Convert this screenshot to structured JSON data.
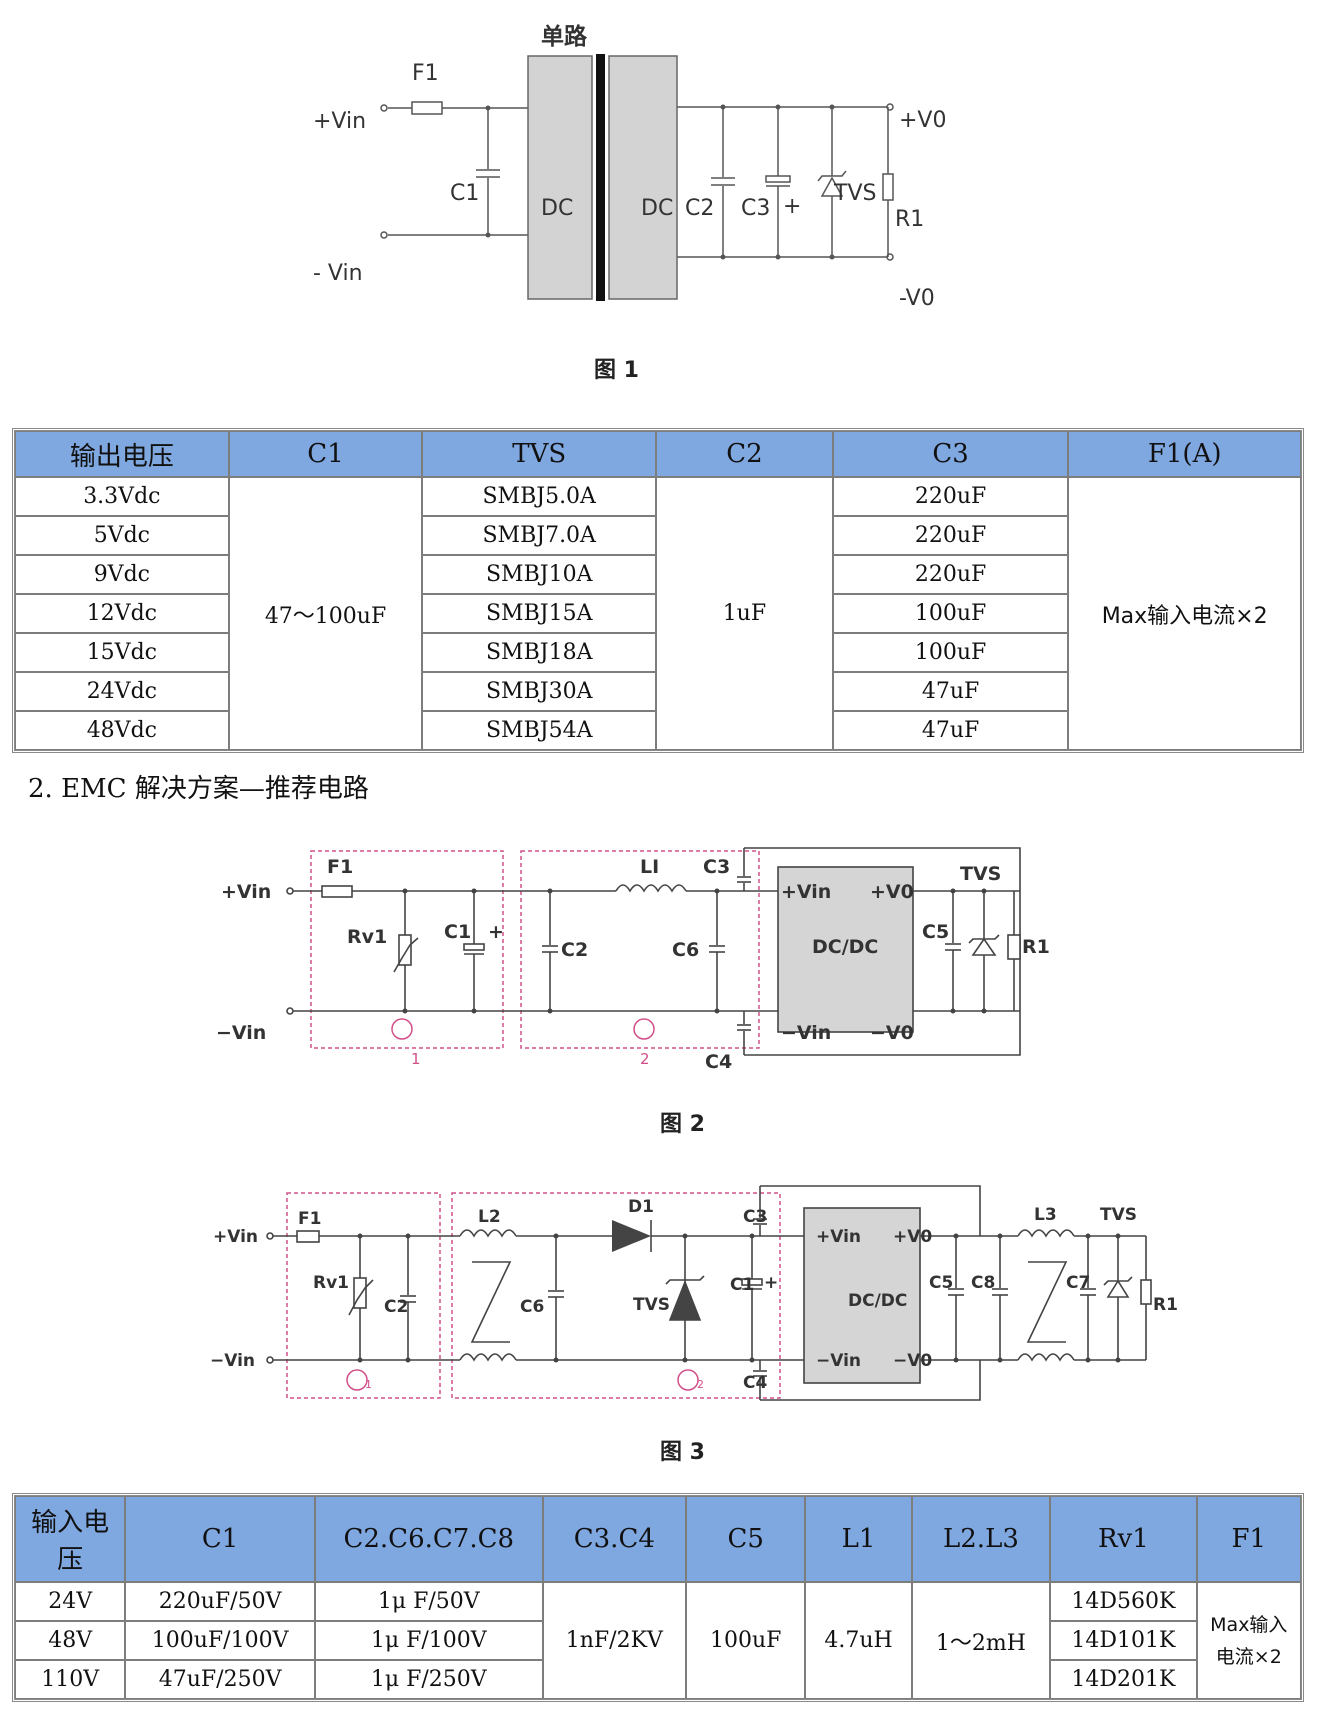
{
  "fig1": {
    "caption": "图 1",
    "labels": {
      "single": "单路",
      "f1": "F1",
      "vin_pos": "+Vin",
      "vin_neg": "- Vin",
      "c1": "C1",
      "dc_left": "DC",
      "dc_right": "DC",
      "c2": "C2",
      "c3": "C3",
      "plus": "+",
      "tvs": "TVS",
      "vo_pos": "+V0",
      "vo_neg": "-V0",
      "r1": "R1"
    }
  },
  "table1": {
    "headers": [
      "输出电压",
      "C1",
      "TVS",
      "C2",
      "C3",
      "F1(A)"
    ],
    "voltages": [
      "3.3Vdc",
      "5Vdc",
      "9Vdc",
      "12Vdc",
      "15Vdc",
      "24Vdc",
      "48Vdc"
    ],
    "tvs": [
      "SMBJ5.0A",
      "SMBJ7.0A",
      "SMBJ10A",
      "SMBJ15A",
      "SMBJ18A",
      "SMBJ30A",
      "SMBJ54A"
    ],
    "c3": [
      "220uF",
      "220uF",
      "220uF",
      "100uF",
      "100uF",
      "47uF",
      "47uF"
    ],
    "c1": "47～100uF",
    "c2": "1uF",
    "f1": "Max输入电流×2"
  },
  "section2": {
    "title": "2. EMC 解决方案—推荐电路"
  },
  "fig2": {
    "caption": "图 2",
    "labels": {
      "f1": "F1",
      "vin_pos": "+Vin",
      "vin_neg": "−Vin",
      "rv1": "Rv1",
      "c1": "C1",
      "plus": "+",
      "c2": "C2",
      "l1": "LI",
      "c3": "C3",
      "c6": "C6",
      "c4": "C4",
      "dc_vin_pos": "+Vin",
      "dc_vo_pos": "+V0",
      "dc_title": "DC/DC",
      "dc_vin_neg": "−Vin",
      "dc_vo_neg": "−V0",
      "tvs": "TVS",
      "c5": "C5",
      "r1": "R1",
      "zone1": "1",
      "zone2": "2"
    }
  },
  "fig3": {
    "caption": "图 3",
    "labels": {
      "f1": "F1",
      "vin_pos": "+Vin",
      "vin_neg": "−Vin",
      "rv1": "Rv1",
      "c2": "C2",
      "l2": "L2",
      "c6": "C6",
      "d1": "D1",
      "tvs_in": "TVS",
      "c3": "C3",
      "c1": "C1",
      "plus": "+",
      "c4": "C4",
      "dc_vin_pos": "+Vin",
      "dc_vo_pos": "+V0",
      "dc_title": "DC/DC",
      "dc_vin_neg": "−Vin",
      "dc_vo_neg": "−V0",
      "c5": "C5",
      "c8": "C8",
      "l3": "L3",
      "tvs": "TVS",
      "c7": "C7",
      "r1": "R1",
      "zone1": "1",
      "zone2": "2"
    }
  },
  "table2": {
    "headers": [
      "输入电压",
      "C1",
      "C2.C6.C7.C8",
      "C3.C4",
      "C5",
      "L1",
      "L2.L3",
      "Rv1",
      "F1"
    ],
    "voltages": [
      "24V",
      "48V",
      "110V"
    ],
    "c1": [
      "220uF/50V",
      "100uF/100V",
      "47uF/250V"
    ],
    "c2678": [
      "1μ F/50V",
      "1μ F/100V",
      "1μ F/250V"
    ],
    "c34": "1nF/2KV",
    "c5": "100uF",
    "l1": "4.7uH",
    "l23": "1～2mH",
    "rv1": [
      "14D560K",
      "14D101K",
      "14D201K"
    ],
    "f1": "Max输入电流×2"
  }
}
